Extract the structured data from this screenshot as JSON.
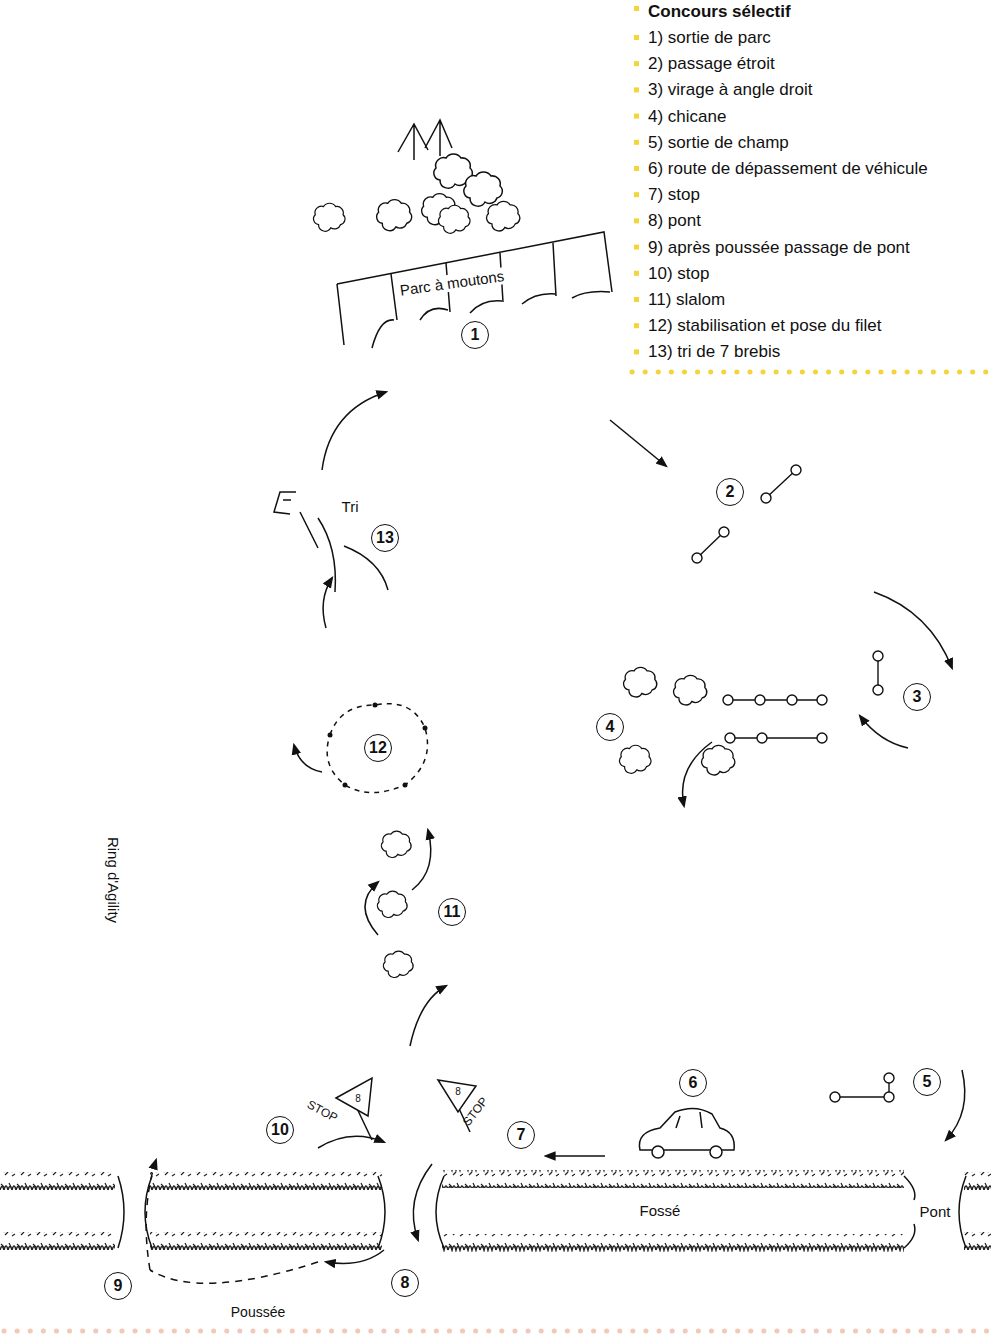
{
  "diagram": {
    "title": "Concours sélectif",
    "nodes": [
      {
        "text": [
          "1"
        ]
      },
      {
        "text": [
          "2"
        ]
      },
      {
        "text": [
          "3"
        ]
      },
      {
        "text": [
          "4"
        ]
      },
      {
        "text": [
          "5"
        ]
      },
      {
        "text": [
          "6"
        ]
      },
      {
        "text": [
          "7"
        ]
      },
      {
        "text": [
          "8"
        ]
      },
      {
        "text": [
          "9"
        ]
      },
      {
        "text": [
          "10"
        ]
      },
      {
        "text": [
          "11"
        ]
      },
      {
        "text": [
          "12"
        ]
      },
      {
        "text": [
          "13"
        ]
      }
    ],
    "labels": [
      "1) sortie de parc",
      "2) passage étroit",
      "3) virage à angle droit",
      "4) chicane",
      "5) sortie de champ",
      "6) route de dépassement de véhicule",
      "7) stop",
      "8) pont",
      "9) après poussée passage de pont",
      "10) stop",
      "11) slalom",
      "12) stabilisation et pose du filet",
      "13) tri de 7 brebis",
      "Parc à moutons",
      "Tri",
      "Ring d'Agility",
      "STOP",
      "8",
      "STOP",
      "8",
      "Fossé",
      "Pont",
      "Poussée"
    ]
  }
}
